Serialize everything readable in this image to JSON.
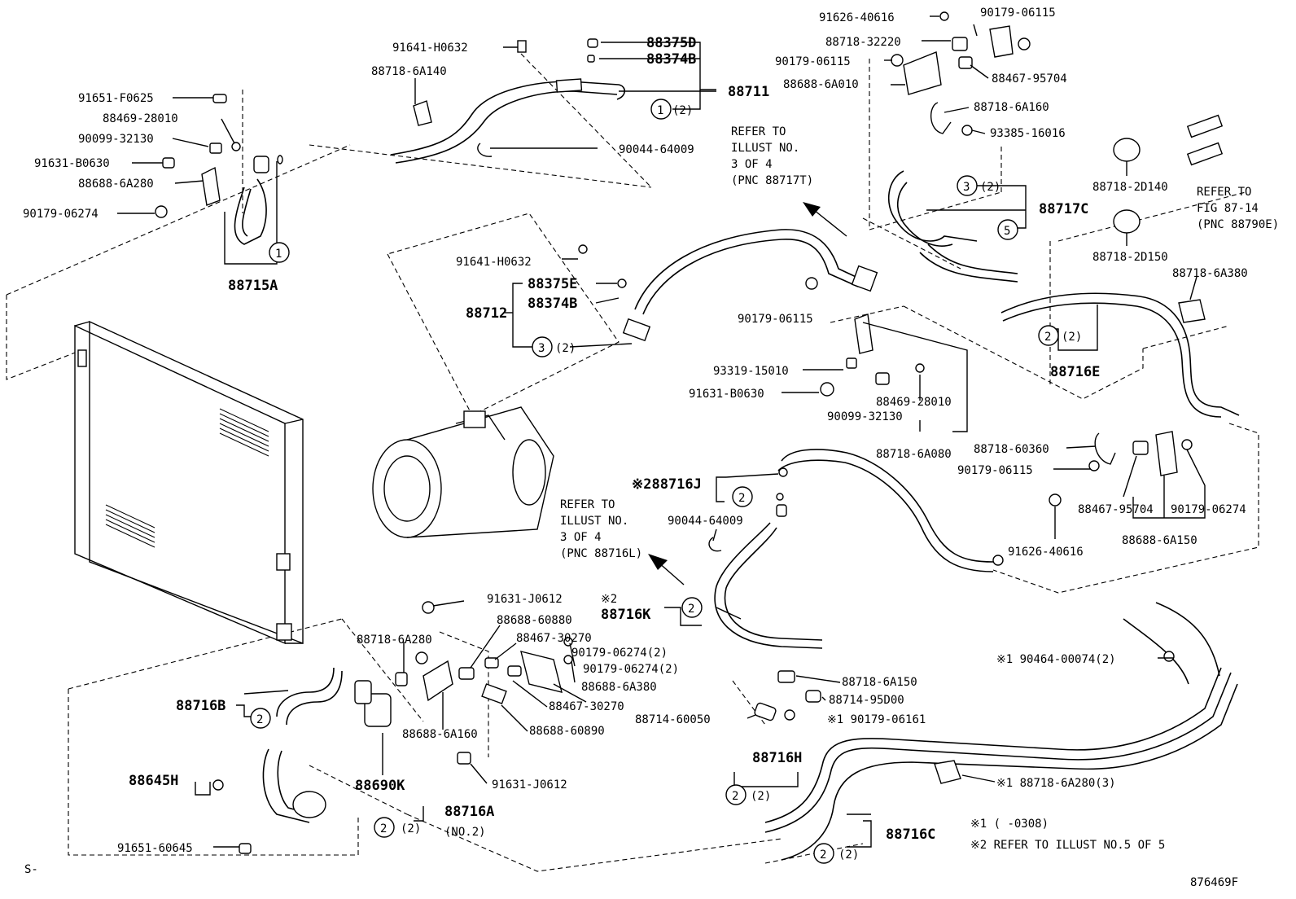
{
  "diagram": {
    "figure_code": "876469F",
    "corner_mark": "S-",
    "labels": {
      "p91651F0625": "91651-F0625",
      "p8846928010a": "88469-28010",
      "p9009932130a": "90099-32130",
      "p91631B0630a": "91631-B0630",
      "p886886A280": "88688-6A280",
      "p9017906274a": "90179-06274",
      "p88715A": "88715A",
      "p91641H0632a": "91641-H0632",
      "p887186A140": "88718-6A140",
      "p88375D": "88375D",
      "p88374B_top": "88374B",
      "p88711": "88711",
      "p9004464009a": "90044-64009",
      "p9162640616a": "91626-40616",
      "p9017906115a": "90179-06115",
      "p8871832220": "88718-32220",
      "p9017906115b": "90179-06115",
      "p886886A010": "88688-6A010",
      "p8846795704a": "88467-95704",
      "p887186A160": "88718-6A160",
      "p9338516016": "93385-16016",
      "p887182D140": "88718-2D140",
      "p88717C": "88717C",
      "p887182D150": "88718-2D150",
      "p887186A380": "88718-6A380",
      "p88716E": "88716E",
      "p91641H0632b": "91641-H0632",
      "p88375E": "88375E",
      "p88374B_mid": "88374B",
      "p88712": "88712",
      "p9017906115c": "90179-06115",
      "p9331915010": "93319-15010",
      "p91631B0630b": "91631-B0630",
      "p8846928010b": "88469-28010",
      "p9009932130b": "90099-32130",
      "p887186A080": "88718-6A080",
      "p8871860360": "88718-60360",
      "p9017906115d": "90179-06115",
      "p88716J": "※288716J",
      "p9004464009b": "90044-64009",
      "p8846795704b": "88467-95704",
      "p9017906274b": "90179-06274",
      "p886886A150": "88688-6A150",
      "p9162640616b": "91626-40616",
      "p91631J0612a": "91631-J0612",
      "p88716K_note": "※2",
      "p88716K": "88716K",
      "p8868860880": "88688-60880",
      "p8846730270a": "88467-30270",
      "p9017906274c": "90179-06274(2)",
      "p9017906274d": "90179-06274(2)",
      "p886886A380": "88688-6A380",
      "p8846730270b": "88467-30270",
      "p8868860890": "88688-60890",
      "p887186A280a": "88718-6A280",
      "p88716B": "88716B",
      "p886886A160": "88688-6A160",
      "p88690K": "88690K",
      "p88645H": "88645H",
      "p88716A": "88716A",
      "p88716A_sub": "(NO.2)",
      "p9165160645": "91651-60645",
      "p91631J0612b": "91631-J0612",
      "p887186A150": "88718-6A150",
      "p8871495D00": "88714-95D00",
      "p8871460050": "88714-60050",
      "p9017906161": "※1 90179-06161",
      "p9046400074": "※1 90464-00074(2)",
      "p88716H": "88716H",
      "p88716C": "88716C",
      "p887186A280b": "※1 88718-6A280(3)"
    },
    "refer_a": [
      "REFER TO",
      "ILLUST NO.",
      "3 OF 4",
      "(PNC 88717T)"
    ],
    "refer_b": [
      "REFER TO",
      "FIG 87-14",
      "(PNC 88790E)"
    ],
    "refer_c": [
      "REFER TO",
      "ILLUST NO.",
      "3 OF 4",
      "(PNC 88716L)"
    ],
    "footnotes": [
      "※1 (      -0308)",
      "※2 REFER TO ILLUST NO.5 OF 5"
    ],
    "callouts": {
      "c1a": "1",
      "c1a_q": "(2)",
      "c1b": "1",
      "c3a": "3",
      "c3a_q": "(2)",
      "c5": "5",
      "c3b": "3",
      "c3b_q": "(2)",
      "c2a": "2",
      "c2a_q": "(2)",
      "c2b": "2",
      "c2c": "2",
      "c2d": "2",
      "c2e": "2",
      "c2e_q": "(2)",
      "c2f": "2",
      "c2f_q": "(2)",
      "c2g": "2",
      "c2g_q": "(2)"
    }
  }
}
